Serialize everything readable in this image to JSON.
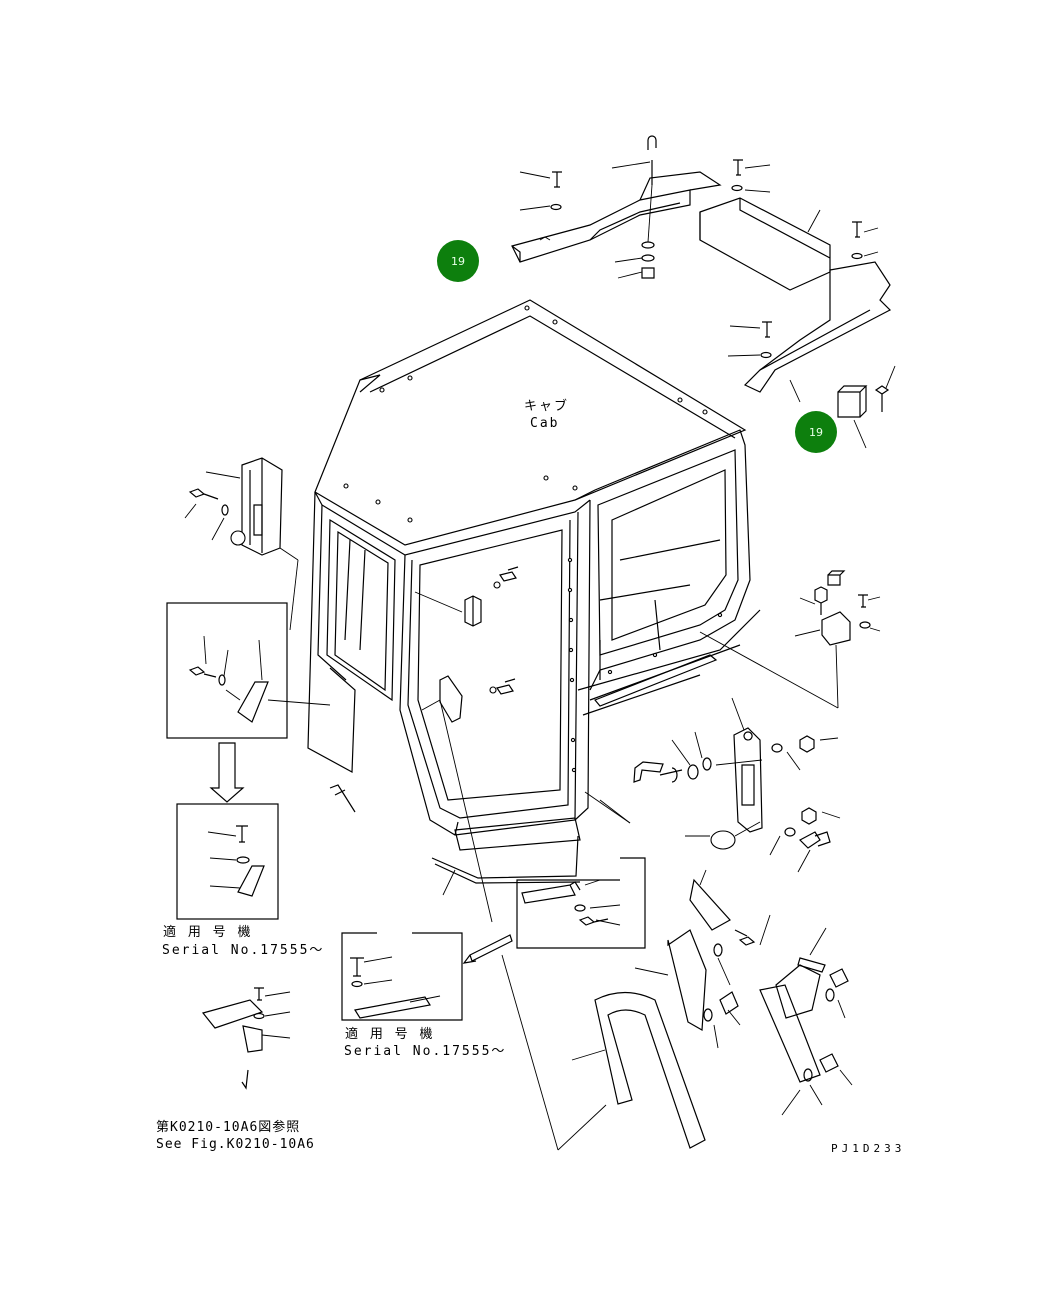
{
  "drawing": {
    "cab_label_jp": "キャブ",
    "cab_label_en": "Cab",
    "callout_number": "19",
    "serial_note_1_jp": "適 用 号 機",
    "serial_note_1_en": "Serial No.17555～",
    "serial_note_2_jp": "適 用 号 機",
    "serial_note_2_en": "Serial No.17555～",
    "ref_jp": "第K0210-10A6図参照",
    "ref_en": "See Fig.K0210-10A6",
    "drawing_code": "PJ1D233",
    "colors": {
      "line": "#000000",
      "callout_fill": "#0d7f0d",
      "callout_text": "#e8ffe8",
      "background": "#ffffff"
    }
  }
}
